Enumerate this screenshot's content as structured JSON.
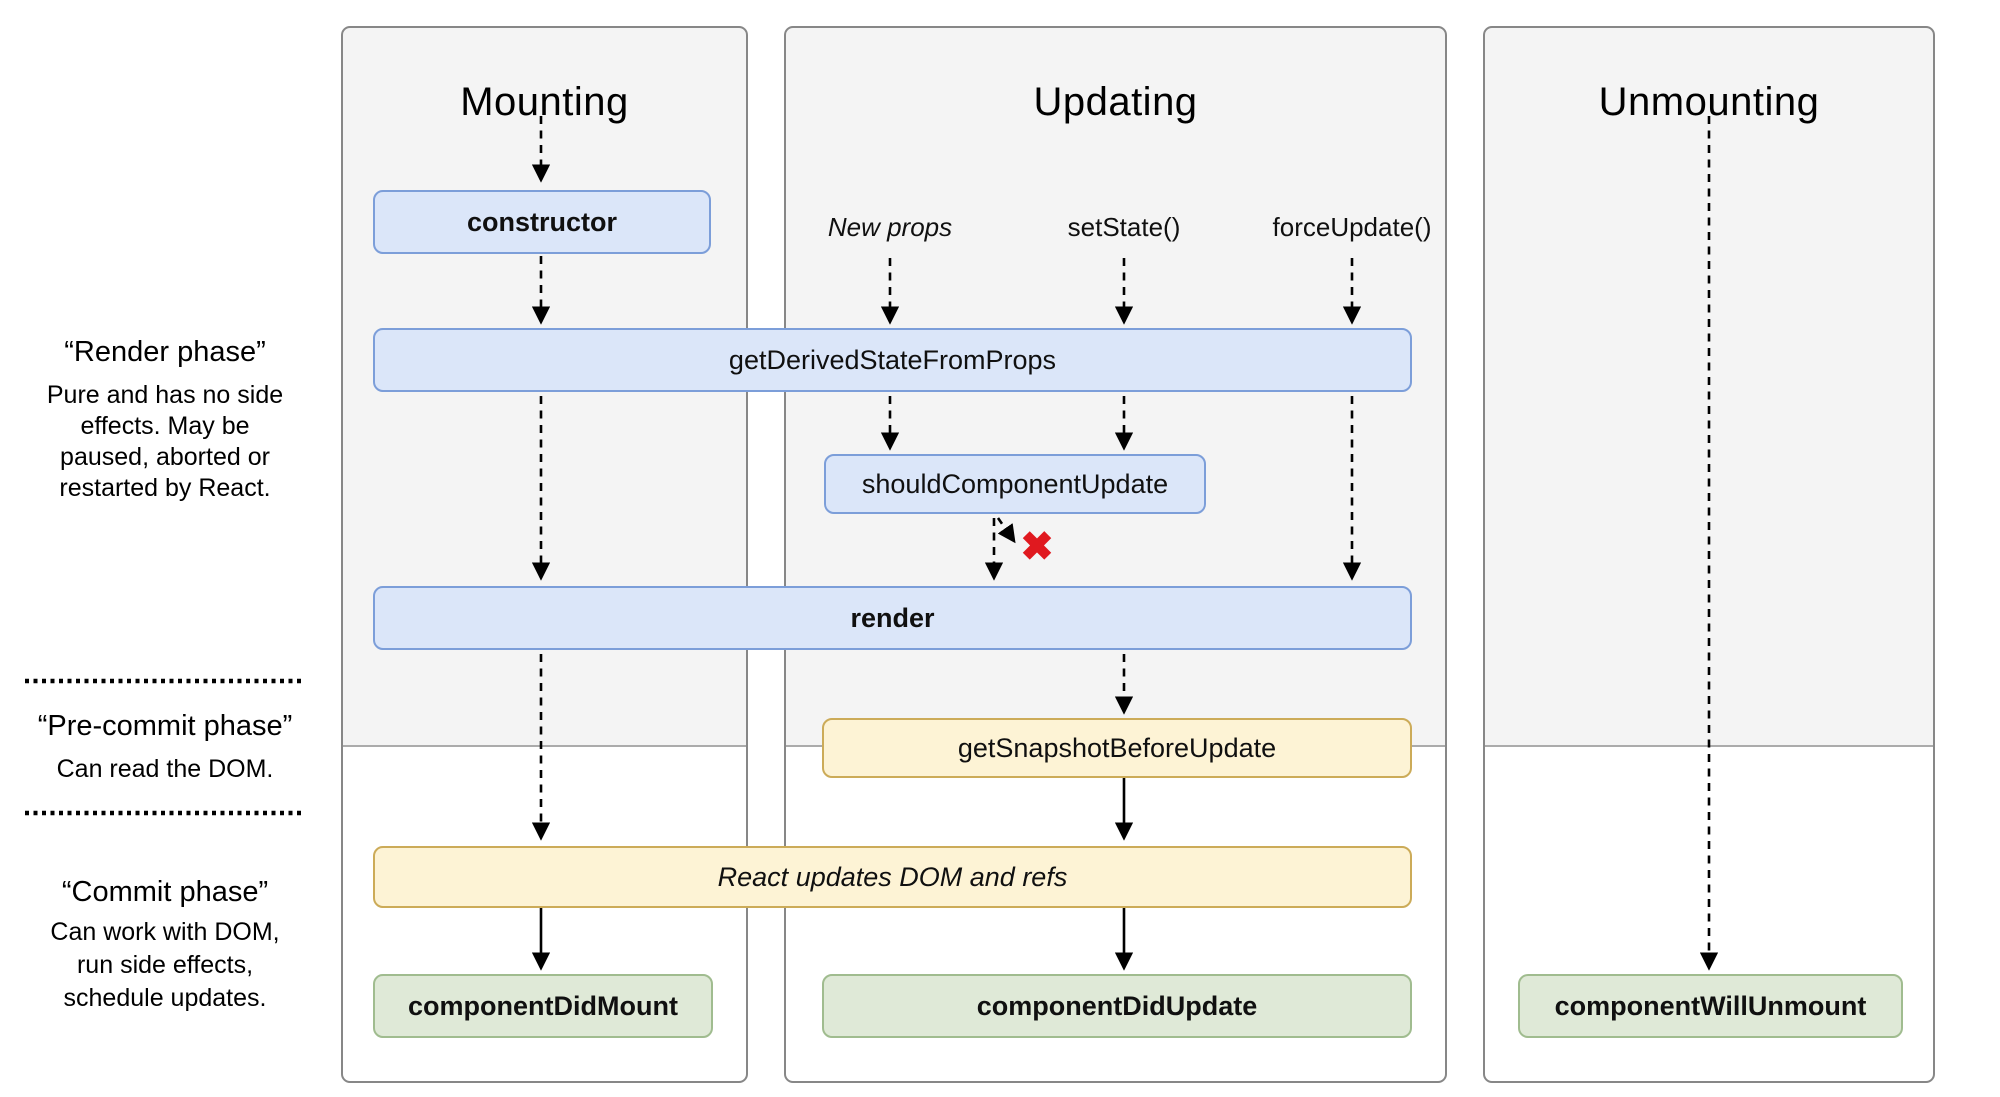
{
  "panels": {
    "mounting": {
      "title": "Mounting"
    },
    "updating": {
      "title": "Updating"
    },
    "unmounting": {
      "title": "Unmounting"
    }
  },
  "phases": {
    "render": {
      "title": "“Render phase”",
      "body": "Pure and has no side effects. May be paused, aborted or restarted by React."
    },
    "pre_commit": {
      "title": "“Pre-commit phase”",
      "body": "Can read the DOM."
    },
    "commit": {
      "title": "“Commit phase”",
      "body": "Can work with DOM, run side effects, schedule updates."
    }
  },
  "triggers": {
    "new_props": "New props",
    "set_state": "setState()",
    "force_update": "forceUpdate()"
  },
  "boxes": {
    "constructor": "constructor",
    "get_derived_state": "getDerivedStateFromProps",
    "should_component_update": "shouldComponentUpdate",
    "render": "render",
    "get_snapshot": "getSnapshotBeforeUpdate",
    "react_updates": "React updates DOM and refs",
    "component_did_mount": "componentDidMount",
    "component_did_update": "componentDidUpdate",
    "component_will_unmount": "componentWillUnmount"
  },
  "icons": {
    "cancel_x": "✖"
  },
  "colors": {
    "panel_bg_top": "#f4f4f4",
    "panel_border": "#878787",
    "blue_fill": "#dbe6f9",
    "blue_border": "#7c9ed9",
    "yellow_fill": "#fdf3d5",
    "yellow_border": "#ccab58",
    "green_fill": "#dfe9d7",
    "green_border": "#a0bc8f",
    "cancel_x_red": "#e0191f",
    "arrow_black": "#000000"
  }
}
